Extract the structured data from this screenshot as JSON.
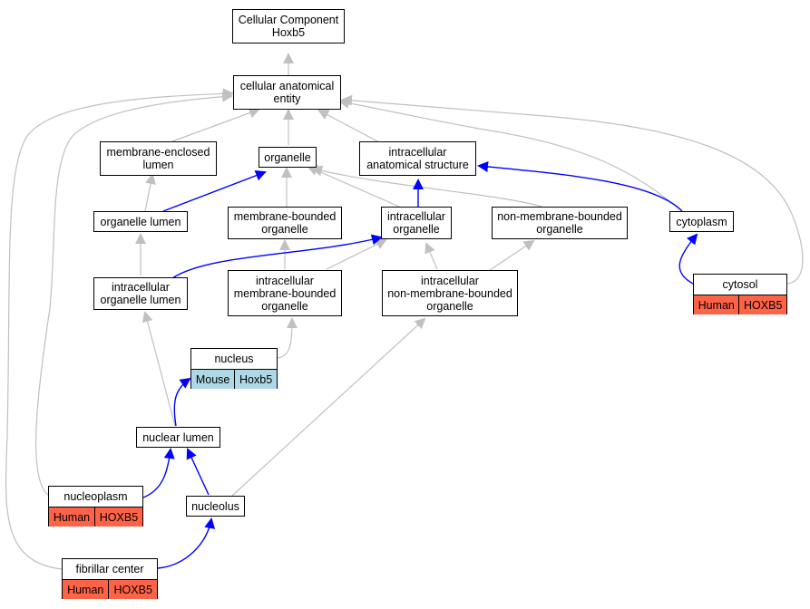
{
  "nodes": {
    "root": "Cellular Component\nHoxb5",
    "cae": "cellular anatomical\nentity",
    "mel": "membrane-enclosed\nlumen",
    "organelle": "organelle",
    "ias": "intracellular\nanatomical structure",
    "ol": "organelle lumen",
    "mbo": "membrane-bounded\norganelle",
    "io": "intracellular\norganelle",
    "nmbo": "non-membrane-bounded\norganelle",
    "cytoplasm": "cytoplasm",
    "iol": "intracellular\norganelle lumen",
    "imbo": "intracellular\nmembrane-bounded\norganelle",
    "inmbo": "intracellular\nnon-membrane-bounded\norganelle",
    "nuclear_lumen": "nuclear lumen",
    "nucleolus": "nucleolus"
  },
  "annotated": {
    "cytosol": {
      "label": "cytosol",
      "species": "Human",
      "gene": "HOXB5"
    },
    "nucleus": {
      "label": "nucleus",
      "species": "Mouse",
      "gene": "Hoxb5"
    },
    "nucleoplasm": {
      "label": "nucleoplasm",
      "species": "Human",
      "gene": "HOXB5"
    },
    "fibrillar_center": {
      "label": "fibrillar center",
      "species": "Human",
      "gene": "HOXB5"
    }
  },
  "colors": {
    "edge_gray": "#c0c0c0",
    "edge_blue": "#0000ff",
    "human_fill": "#fe6347",
    "mouse_fill": "#add8e6"
  }
}
